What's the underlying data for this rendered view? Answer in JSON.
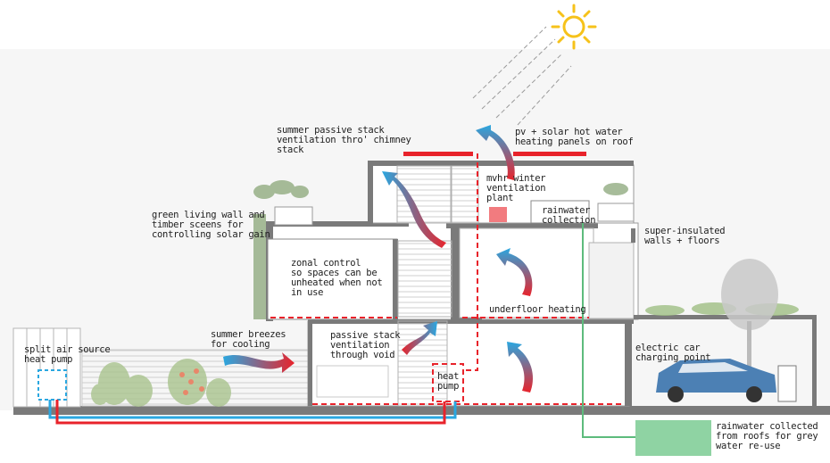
{
  "labels": {
    "summer_stack": "summer passive stack\nventilation thro' chimney\nstack",
    "pv_solar": "pv + solar hot water\nheating panels on roof",
    "mvhr": "mvhr winter\nventilation\nplant",
    "rainwater_collection": "rainwater\ncollection",
    "green_wall": "green living wall and\ntimber sceens for\ncontrolling solar gain",
    "super_insulated": "super-insulated\nwalls + floors",
    "zonal_control": "zonal control\nso spaces can be\nunheated when not\nin use",
    "underfloor_heating": "underfloor heating",
    "passive_stack_void": "passive stack\nventilation\nthrough void",
    "summer_breezes": "summer breezes\nfor cooling",
    "split_air_source": "split air source\nheat pump",
    "heat_pump": "heat\npump",
    "electric_car": "electric car\ncharging point",
    "rainwater_tank": "rainwater collected\nfrom roofs for grey\nwater re-use"
  },
  "colors": {
    "hot": "#e8232b",
    "cold": "#2aa7e0",
    "rainwater": "#5dbb7c",
    "tank": "#8fd3a3",
    "wall": "#777777",
    "sun": "#f6c21a",
    "planting": "#8aa678"
  },
  "icons": {
    "sun": "sun-icon",
    "car": "car-icon",
    "tree": "tree-icon"
  }
}
